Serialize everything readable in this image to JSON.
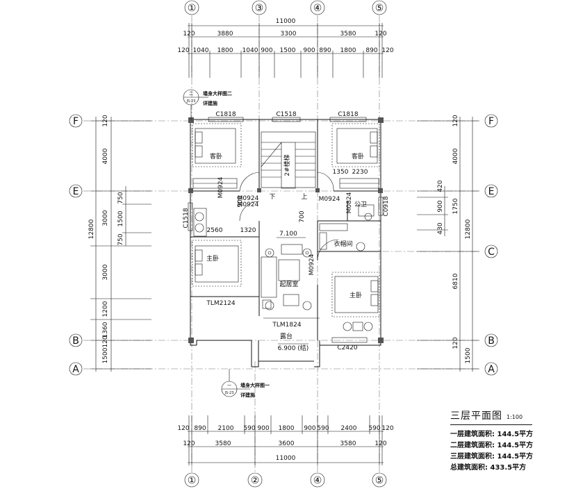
{
  "axes": {
    "col": [
      "①",
      "③",
      "④",
      "⑤"
    ],
    "col_bottom": [
      "①",
      "②",
      "④",
      "⑤"
    ],
    "row": [
      "F",
      "E",
      "C",
      "B",
      "A"
    ]
  },
  "dims_top": {
    "total": "11000",
    "row2": [
      "120",
      "3880",
      "3300",
      "3580",
      "120"
    ],
    "row3": [
      "120",
      "1040",
      "1800",
      "1040",
      "900",
      "1500",
      "900",
      "890",
      "1800",
      "890",
      "120"
    ]
  },
  "dims_bottom": {
    "row1": [
      "120",
      "890",
      "2100",
      "590",
      "900",
      "1800",
      "900",
      "590",
      "2400",
      "590",
      "120"
    ],
    "row2": [
      "120",
      "3580",
      "3600",
      "3580",
      "120"
    ],
    "total": "11000"
  },
  "dims_left": [
    "120",
    "4000",
    "750",
    "1500",
    "750",
    "3000",
    "3000",
    "1200",
    "1360",
    "1500",
    "120",
    "12800",
    "C1518"
  ],
  "dims_right": [
    "120",
    "4000",
    "420",
    "900",
    "430",
    "1750",
    "12800",
    "6810",
    "1500",
    "120"
  ],
  "rooms": {
    "guest_left": "客卧",
    "guest_right": "客卧",
    "stair": "2#楼梯",
    "down": "下",
    "up": "上",
    "public_bath": "公卫",
    "closet": "衣帽间",
    "master_left": "主卧",
    "master_right": "主卧",
    "living": "起居室",
    "terrace": "露台"
  },
  "codes": {
    "c1818_l": "C1818",
    "c1518": "C1518",
    "c1818_r": "C1818",
    "m0924_a": "M0924",
    "m0924_b": "M0924",
    "m0924_c": "M0924",
    "m0824": "M0824",
    "m0924_d": "M0924",
    "c0918": "C0918",
    "tlm2124": "TLM2124",
    "tlm1824": "TLM1824",
    "c2420": "C2420",
    "d1350": "1350",
    "d2230": "2230",
    "d2560": "2560",
    "d1320": "1320",
    "d700": "700",
    "d900": "900",
    "level_1": "7.100",
    "level_2": "6.900 (结)"
  },
  "details": {
    "top_label": "墙身大样图二",
    "top_ref": "JS-23",
    "top_note": "详建施",
    "top_num": "二",
    "bottom_label": "墙身大样图一",
    "bottom_ref": "JS-23",
    "bottom_note": "详建施",
    "bottom_num": "一"
  },
  "legend": {
    "title": "三层平面图",
    "scale": "1:100",
    "lines": [
      "一层建筑面积: 144.5平方",
      "二层建筑面积: 144.5平方",
      "三层建筑面积: 144.5平方",
      "总建筑面积: 433.5平方"
    ]
  }
}
